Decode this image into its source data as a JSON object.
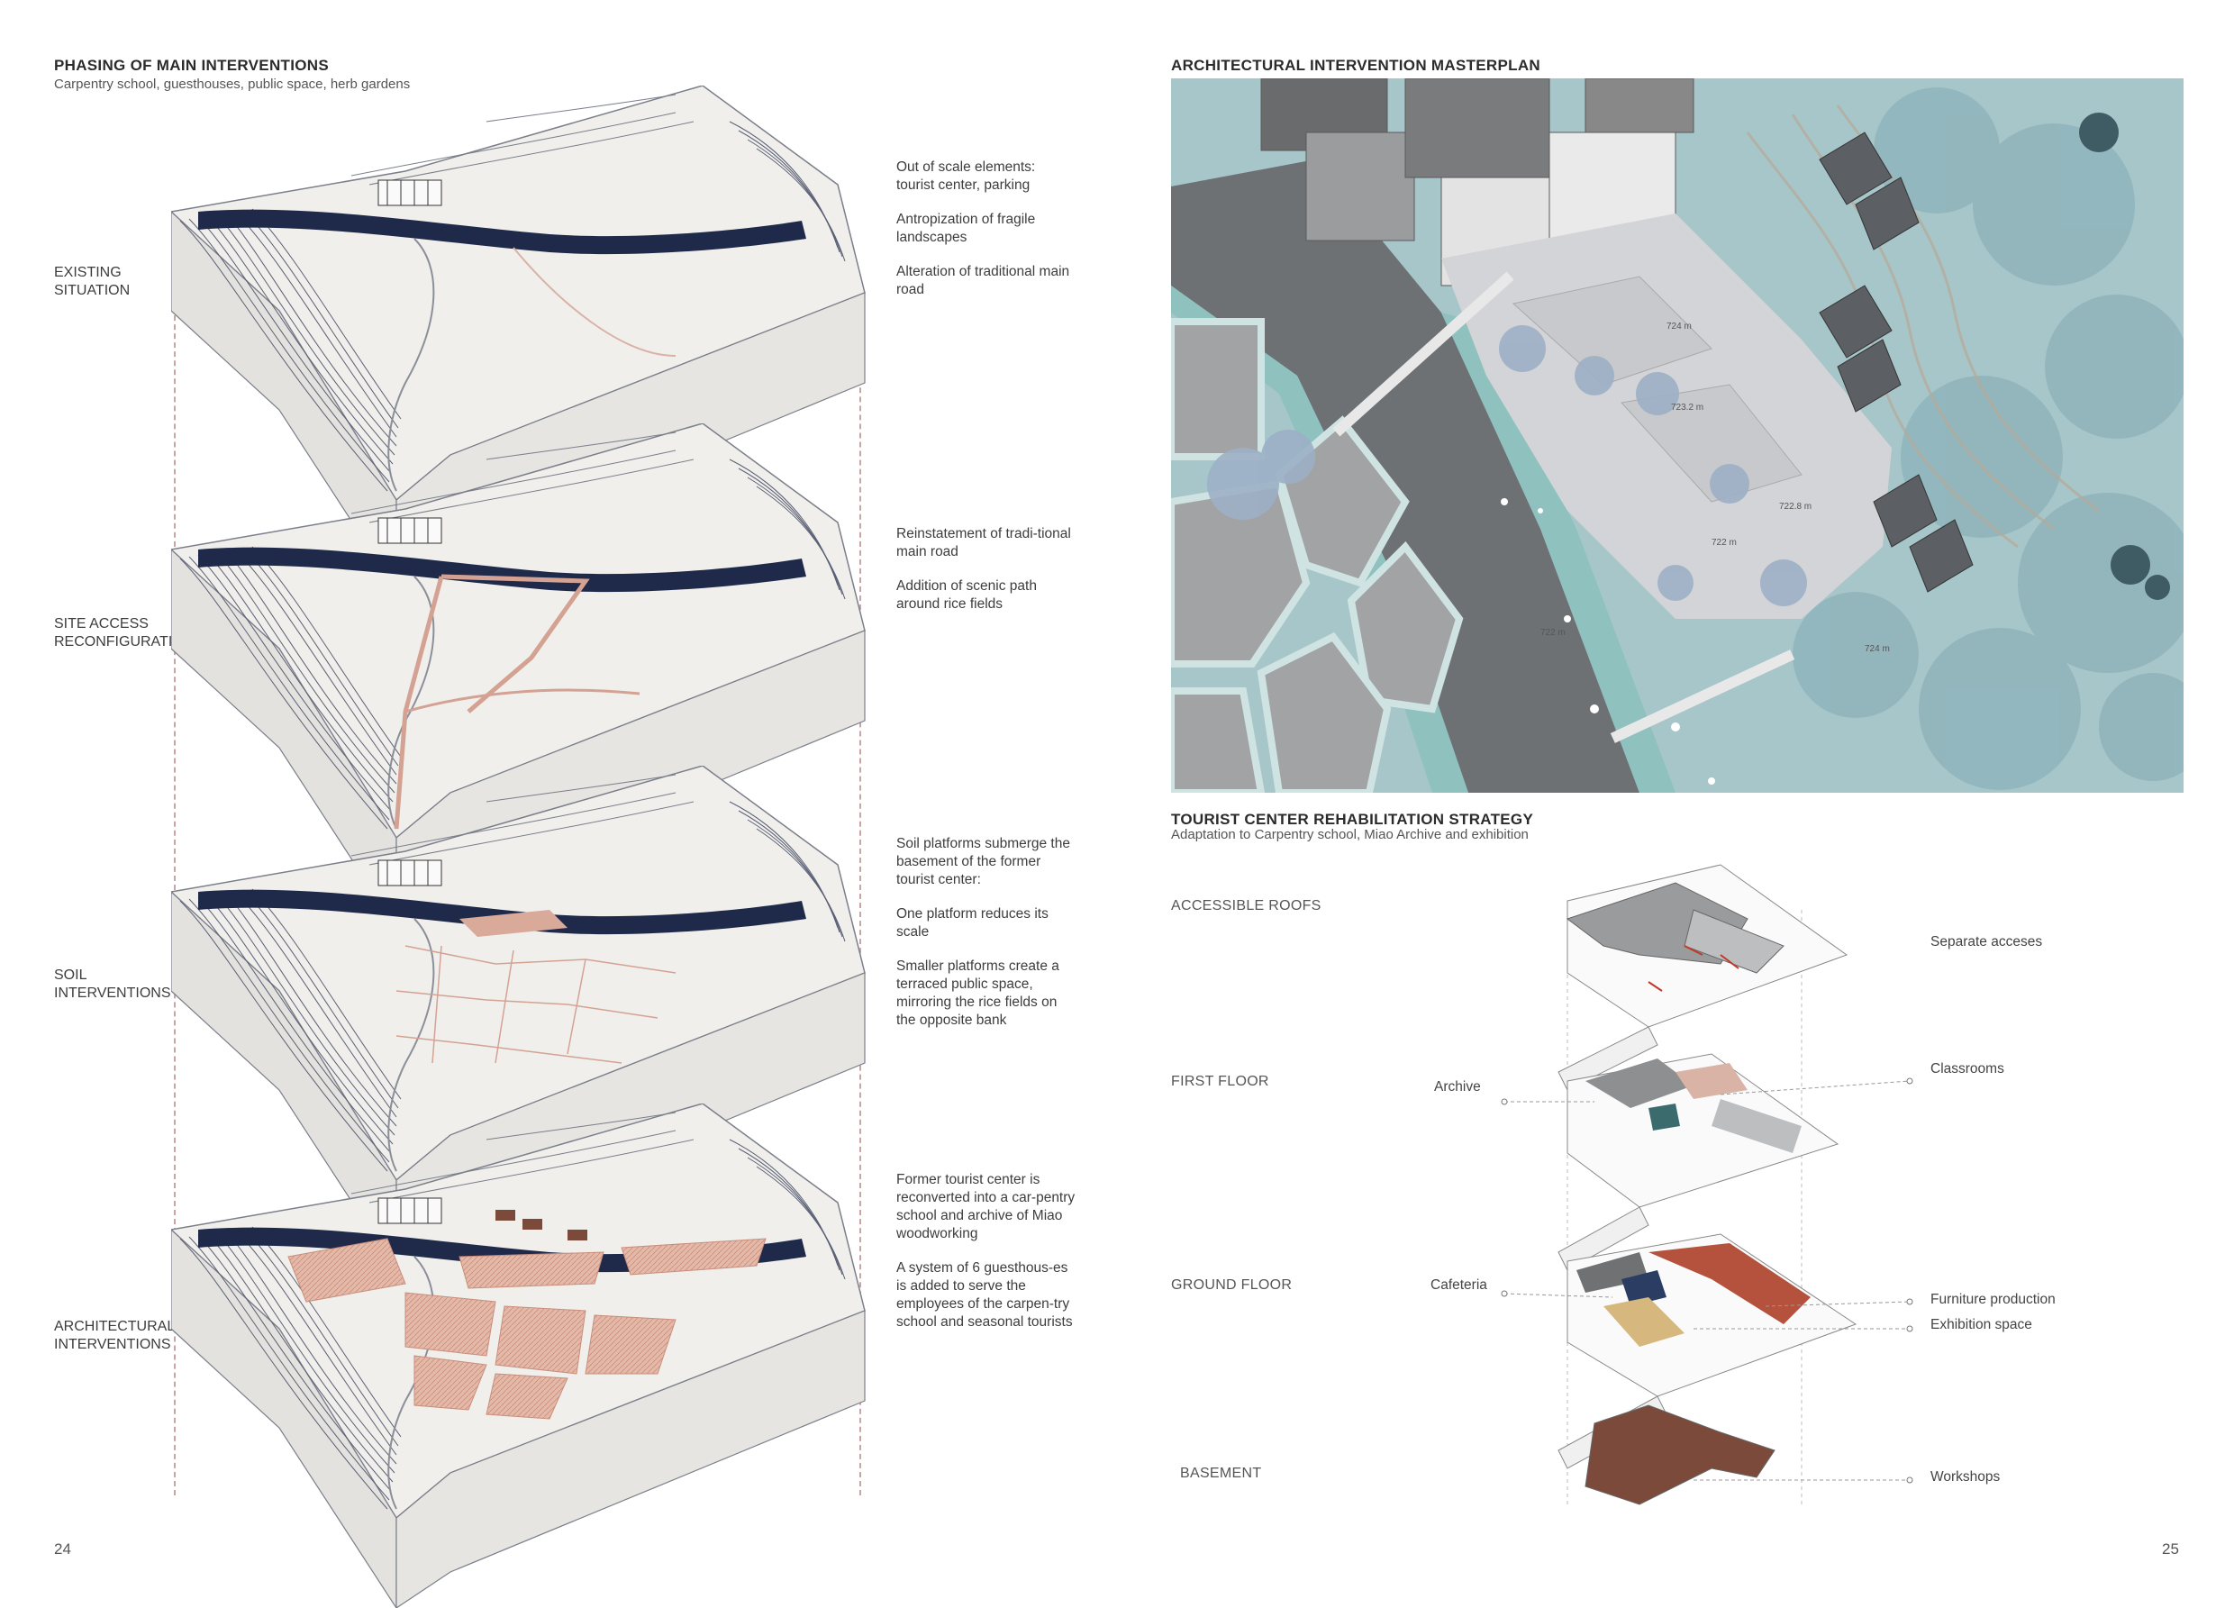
{
  "left_page": {
    "title": "PHASING OF MAIN INTERVENTIONS",
    "subtitle": "Carpentry school, guesthouses, public space, herb gardens",
    "page_number": "24",
    "layers": [
      {
        "label_line1": "EXISTING",
        "label_line2": "SITUATION",
        "notes": [
          "Out of scale elements: tourist center, parking",
          "Antropization of fragile landscapes",
          "Alteration of traditional main road"
        ]
      },
      {
        "label_line1": "SITE ACCESS",
        "label_line2": "RECONFIGURATION",
        "notes": [
          "Reinstatement of tradi-tional main road",
          "Addition of scenic path around rice fields"
        ]
      },
      {
        "label_line1": "SOIL",
        "label_line2": "INTERVENTIONS",
        "notes": [
          "Soil platforms submerge the basement of the former tourist center:",
          "One platform reduces its scale",
          "Smaller platforms create a terraced public space, mirroring the rice fields on the opposite bank"
        ]
      },
      {
        "label_line1": "ARCHITECTURAL",
        "label_line2": "INTERVENTIONS",
        "notes": [
          "Former tourist center is reconverted into a car-pentry school and archive of Miao woodworking",
          "A system of 6 guesthous-es is added to serve the employees of the carpen-try school and seasonal tourists"
        ]
      }
    ]
  },
  "right_page": {
    "masterplan_title": "ARCHITECTURAL INTERVENTION MASTERPLAN",
    "elevations": [
      "724 m",
      "723.2 m",
      "722.8 m",
      "722 m",
      "722 m",
      "724 m"
    ],
    "strategy_title": "TOURIST CENTER REHABILITATION STRATEGY",
    "strategy_subtitle": "Adaptation to Carpentry school, Miao Archive and exhibition",
    "page_number": "25",
    "floors": [
      {
        "label": "ACCESSIBLE ROOFS",
        "callouts_right": [
          "Separate acceses"
        ],
        "callouts_left": []
      },
      {
        "label": "FIRST FLOOR",
        "callouts_right": [
          "Classrooms"
        ],
        "callouts_left": [
          "Archive"
        ]
      },
      {
        "label": "GROUND FLOOR",
        "callouts_right": [
          "Furniture production",
          "Exhibition space"
        ],
        "callouts_left": [
          "Cafeteria"
        ]
      },
      {
        "label": "BASEMENT",
        "callouts_right": [
          "Workshops"
        ],
        "callouts_left": []
      }
    ],
    "colors": {
      "water": "#a9cfd0",
      "river_dark": "#6b6f73",
      "field_grey": "#9a9a9a",
      "paving": "#cfd0d3",
      "forest": "#8fb7c0",
      "pink_intervention": "#d9a99a",
      "terracotta": "#b5523d",
      "brown": "#7b4a3a",
      "teal": "#3c6b6d",
      "navy": "#2b3d63",
      "ochre": "#d6b77e"
    }
  }
}
